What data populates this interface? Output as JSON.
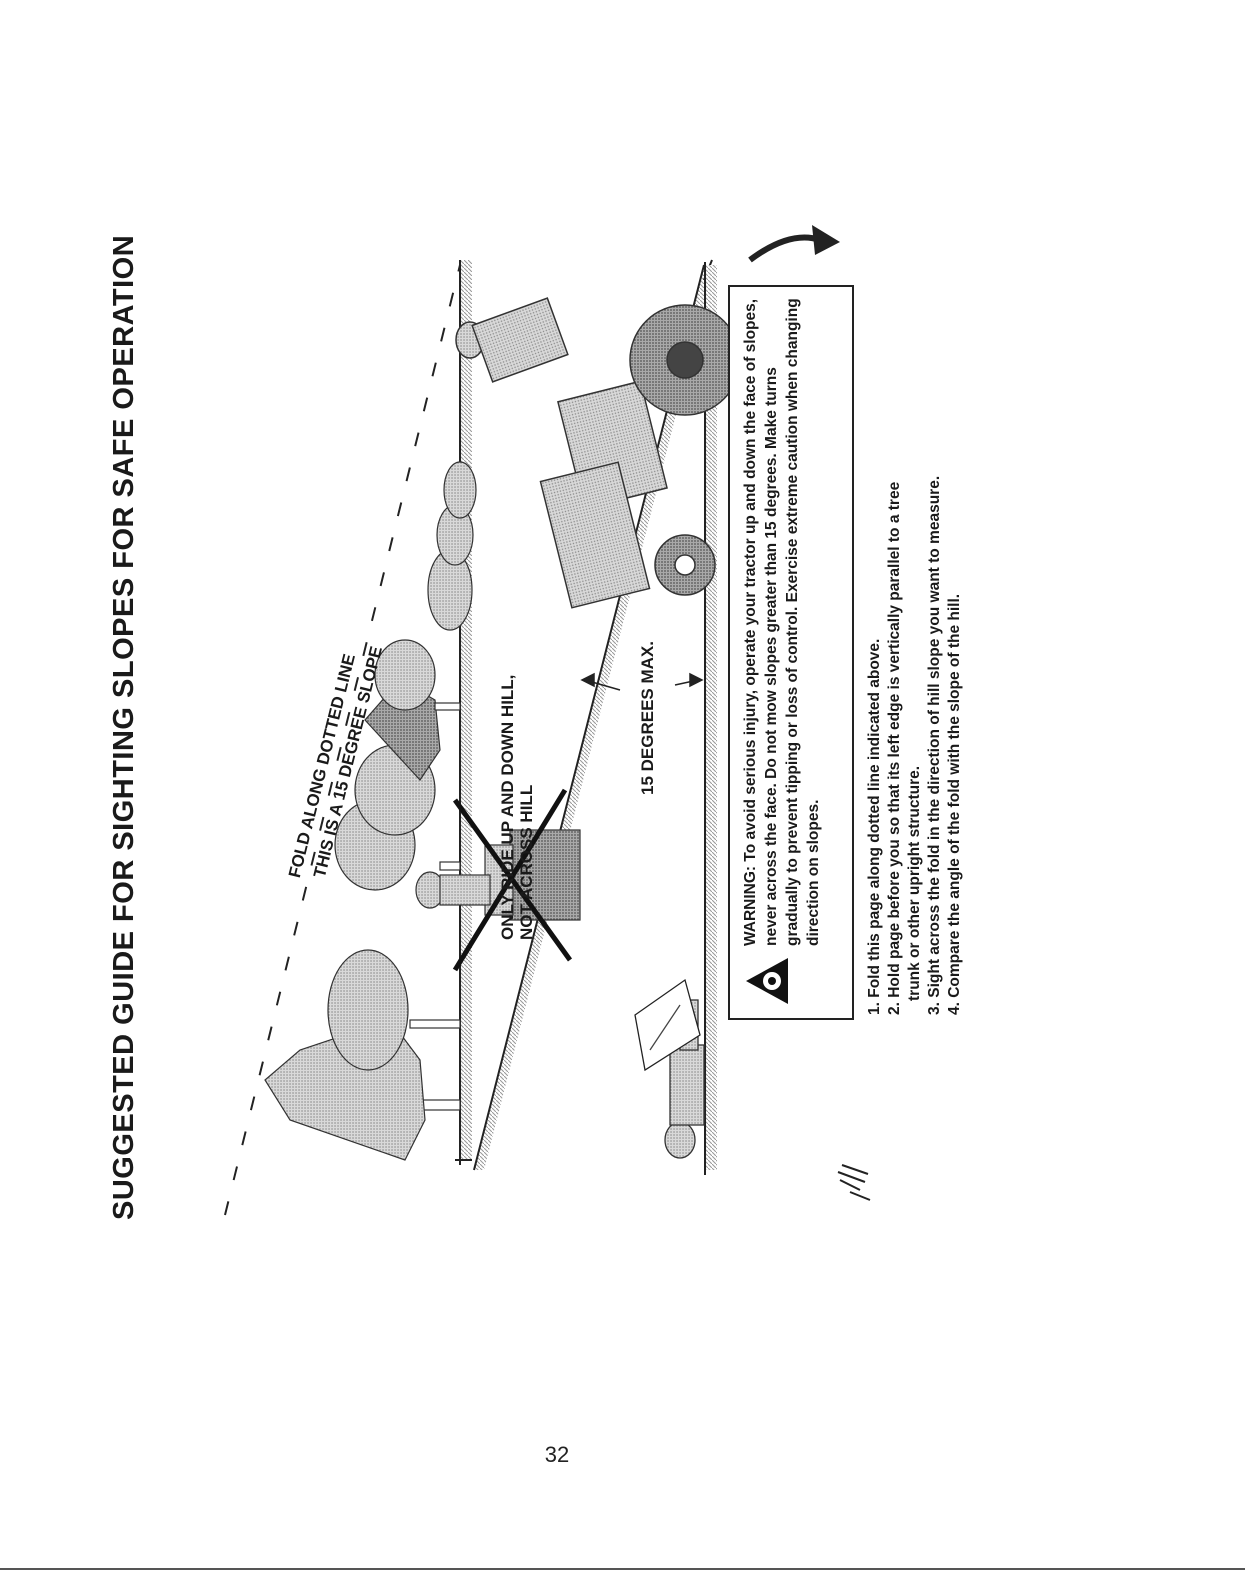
{
  "title": "SUGGESTED GUIDE FOR SIGHTING SLOPES FOR SAFE OPERATION",
  "fold_label_1": "FOLD ALONG DOTTED LINE",
  "fold_label_2": "THIS IS A 15 DEGREE SLOPE",
  "ride_note": [
    "ONLY RIDE UP AND DOWN HILL,",
    "NOT ACROSS HILL"
  ],
  "slope_label": "15 DEGREES MAX.",
  "warning": "WARNING: To avoid serious injury, operate your tractor up and down the face of slopes, never across the face. Do not mow slopes greater than 15 degrees. Make turns gradually to prevent tipping or loss of control. Exercise extreme caution when changing direction on slopes.",
  "steps": [
    "1. Fold this page along dotted line indicated above.",
    "2. Hold page before you so that its left edge is vertically parallel to a tree",
    "    trunk or other upright structure.",
    "3. Sight across the fold in the direction of hill slope you want to measure.",
    "4. Compare the angle of the fold with the slope of the hill."
  ],
  "page_number": "32",
  "colors": {
    "ink": "#1a1a1a",
    "shade": "#bdbdbd",
    "dark_shade": "#8a8a8a"
  }
}
